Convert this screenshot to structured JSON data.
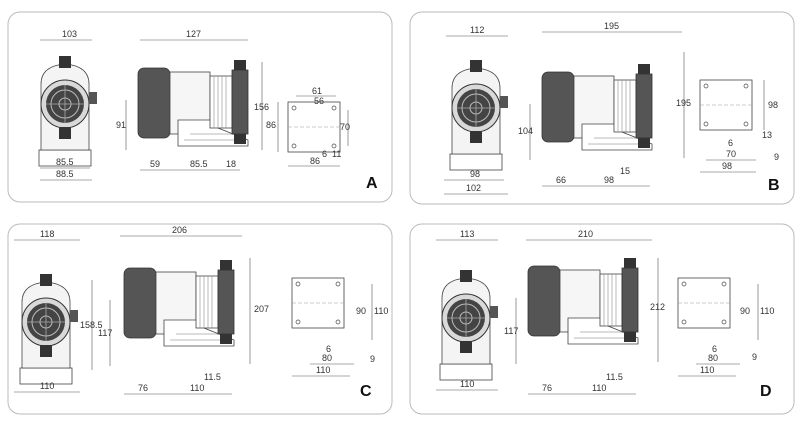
{
  "panels": {
    "A": {
      "label": "A",
      "front": {
        "top": "103",
        "b1": "85.5",
        "b2": "88.5"
      },
      "side": {
        "top": "127",
        "left": "91",
        "right": "156",
        "b1": "59",
        "b2": "85.5",
        "b3": "18"
      },
      "rear": {
        "t1": "61",
        "t2": "56",
        "left": "86",
        "right": "70",
        "b1": "6",
        "b2": "11",
        "b3": "86"
      }
    },
    "B": {
      "label": "B",
      "front": {
        "top": "112",
        "b1": "98",
        "b2": "102"
      },
      "side": {
        "top": "195",
        "left": "104",
        "right": "195",
        "b1": "66",
        "b2": "98",
        "b3": "15"
      },
      "rear": {
        "right": "98",
        "r2": "13",
        "b1": "6",
        "b2": "70",
        "b3": "9",
        "b4": "98"
      }
    },
    "C": {
      "label": "C",
      "front": {
        "top": "118",
        "right": "158.5",
        "b1": "110"
      },
      "side": {
        "top": "206",
        "left": "117",
        "right": "207",
        "b1": "76",
        "b2": "110",
        "b3": "11.5"
      },
      "rear": {
        "r1": "90",
        "r2": "110",
        "b1": "6",
        "b2": "80",
        "b3": "9",
        "b4": "110"
      }
    },
    "D": {
      "label": "D",
      "front": {
        "top": "113",
        "b1": "110"
      },
      "side": {
        "top": "210",
        "left": "117",
        "right": "212",
        "b1": "76",
        "b2": "110",
        "b3": "11.5"
      },
      "rear": {
        "r1": "90",
        "r2": "110",
        "b1": "6",
        "b2": "80",
        "b3": "9",
        "b4": "110"
      }
    }
  }
}
